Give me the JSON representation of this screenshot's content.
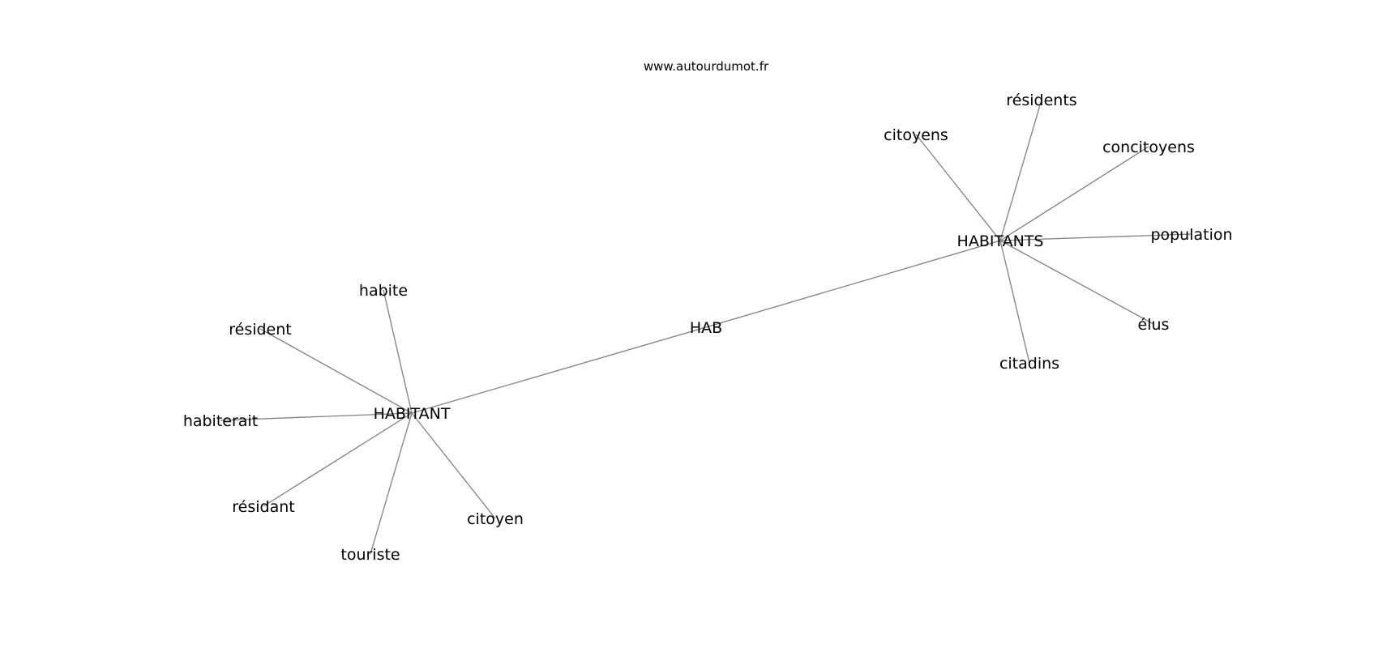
{
  "source": "www.autourdumot.fr",
  "graph": {
    "center": "HAB",
    "hubs": [
      {
        "label": "HABITANT",
        "neighbors": [
          "habite",
          "résident",
          "habiterait",
          "résidant",
          "touriste",
          "citoyen"
        ]
      },
      {
        "label": "HABITANTS",
        "neighbors": [
          "citoyens",
          "résidents",
          "concitoyens",
          "population",
          "élus",
          "citadins"
        ]
      }
    ]
  }
}
